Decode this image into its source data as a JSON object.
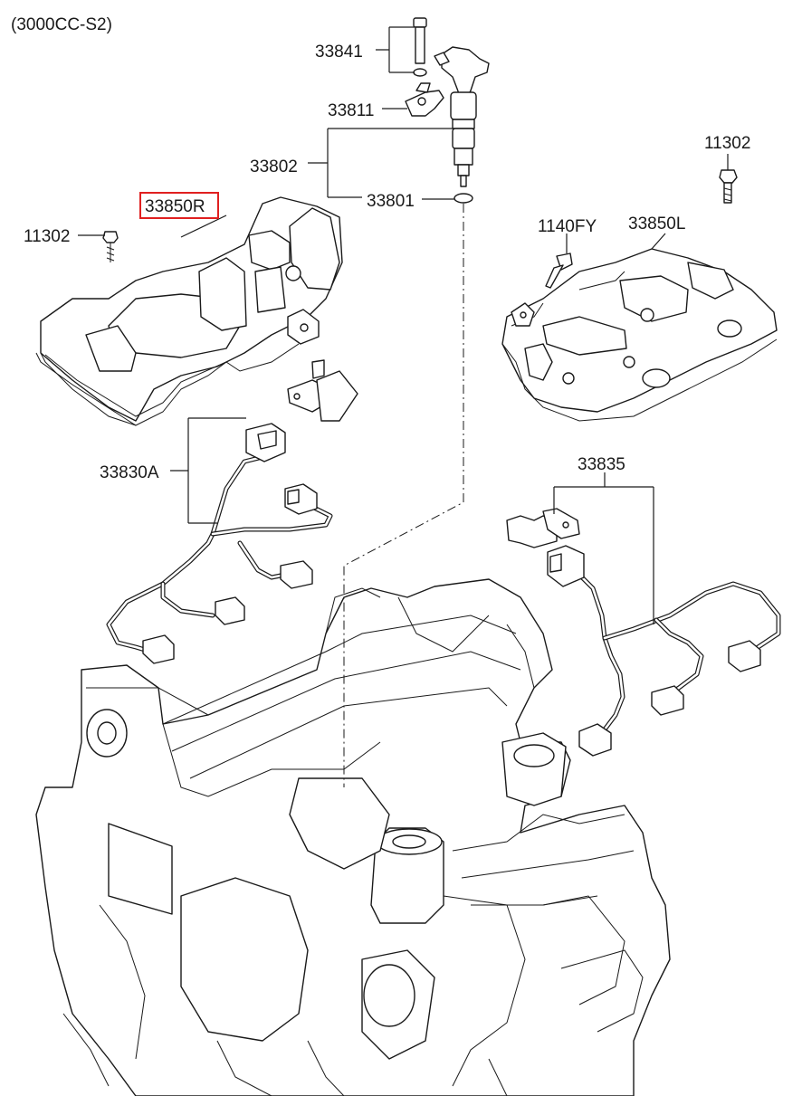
{
  "diagram": {
    "variant_label": "(3000CC-S2)",
    "highlight_color": "#e02020",
    "labels": {
      "l33841": "33841",
      "l33811": "33811",
      "l33802": "33802",
      "l33801": "33801",
      "l33850R": "33850R",
      "l11302_left": "11302",
      "l11302_right": "11302",
      "l1140FY": "1140FY",
      "l33850L": "33850L",
      "l33830A": "33830A",
      "l33835": "33835"
    },
    "highlighted_part": "33850R"
  }
}
